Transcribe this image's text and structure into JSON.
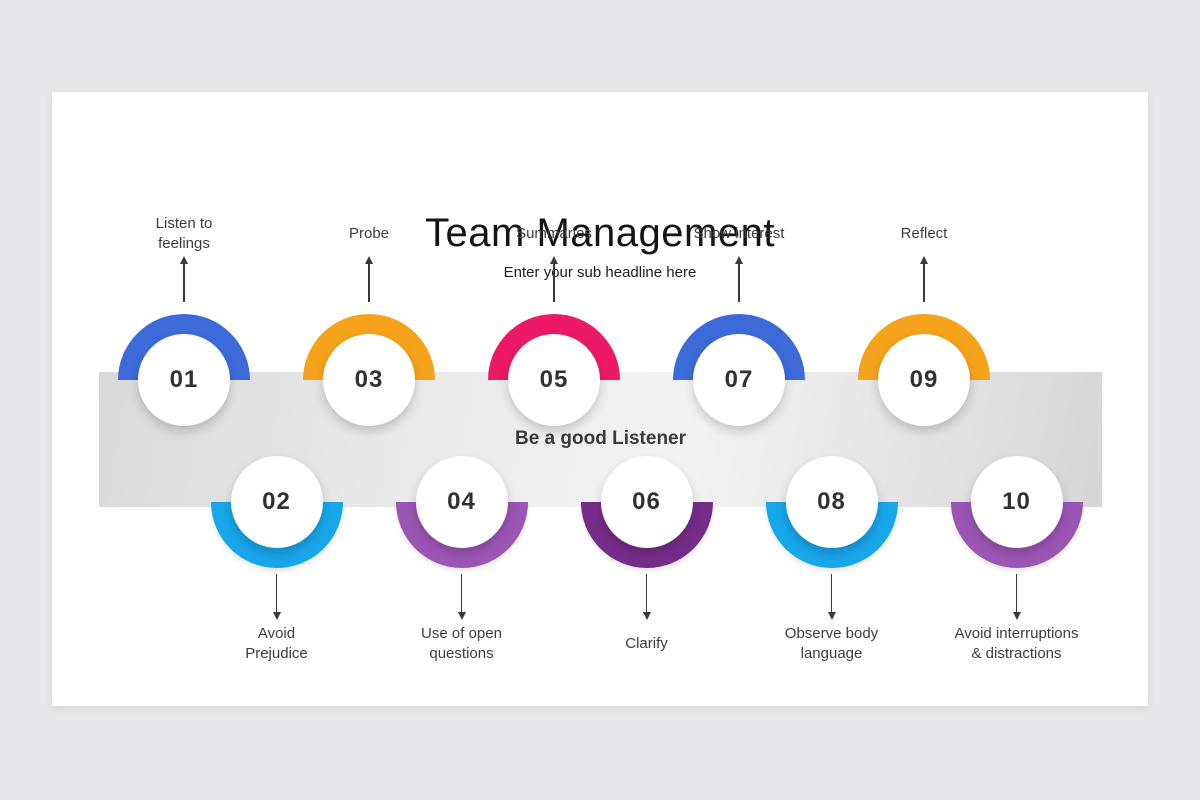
{
  "page": {
    "background_color": "#e7e6e8",
    "slide_background_color": "#ffffff"
  },
  "header": {
    "title": "Team Management",
    "subtitle": "Enter your sub headline here"
  },
  "banner": {
    "label": "Be a good Listener",
    "band_gradient_from": "#d9d9d9",
    "band_gradient_to": "#f3f3f3"
  },
  "colors": {
    "blue": "#3c6bd9",
    "orange": "#f6a31c",
    "pink": "#ec1a66",
    "cyan": "#18a6ea",
    "purple": "#9b55b5",
    "dark_purple": "#762d8a",
    "text_dark": "#313131"
  },
  "steps": [
    {
      "number": "01",
      "label": "Listen to\nfeelings",
      "color": "#3c6bd9",
      "row": "top"
    },
    {
      "number": "02",
      "label": "Avoid\nPrejudice",
      "color": "#18a6ea",
      "row": "bottom"
    },
    {
      "number": "03",
      "label": "Probe",
      "color": "#f6a31c",
      "row": "top"
    },
    {
      "number": "04",
      "label": "Use of open\nquestions",
      "color": "#9b55b5",
      "row": "bottom"
    },
    {
      "number": "05",
      "label": "Summaries",
      "color": "#ec1a66",
      "row": "top"
    },
    {
      "number": "06",
      "label": "Clarify",
      "color": "#762d8a",
      "row": "bottom"
    },
    {
      "number": "07",
      "label": "Show interest",
      "color": "#3c6bd9",
      "row": "top"
    },
    {
      "number": "08",
      "label": "Observe body\nlanguage",
      "color": "#18a6ea",
      "row": "bottom"
    },
    {
      "number": "09",
      "label": "Reflect",
      "color": "#f6a31c",
      "row": "top"
    },
    {
      "number": "10",
      "label": "Avoid interruptions\n& distractions",
      "color": "#9b55b5",
      "row": "bottom"
    }
  ]
}
